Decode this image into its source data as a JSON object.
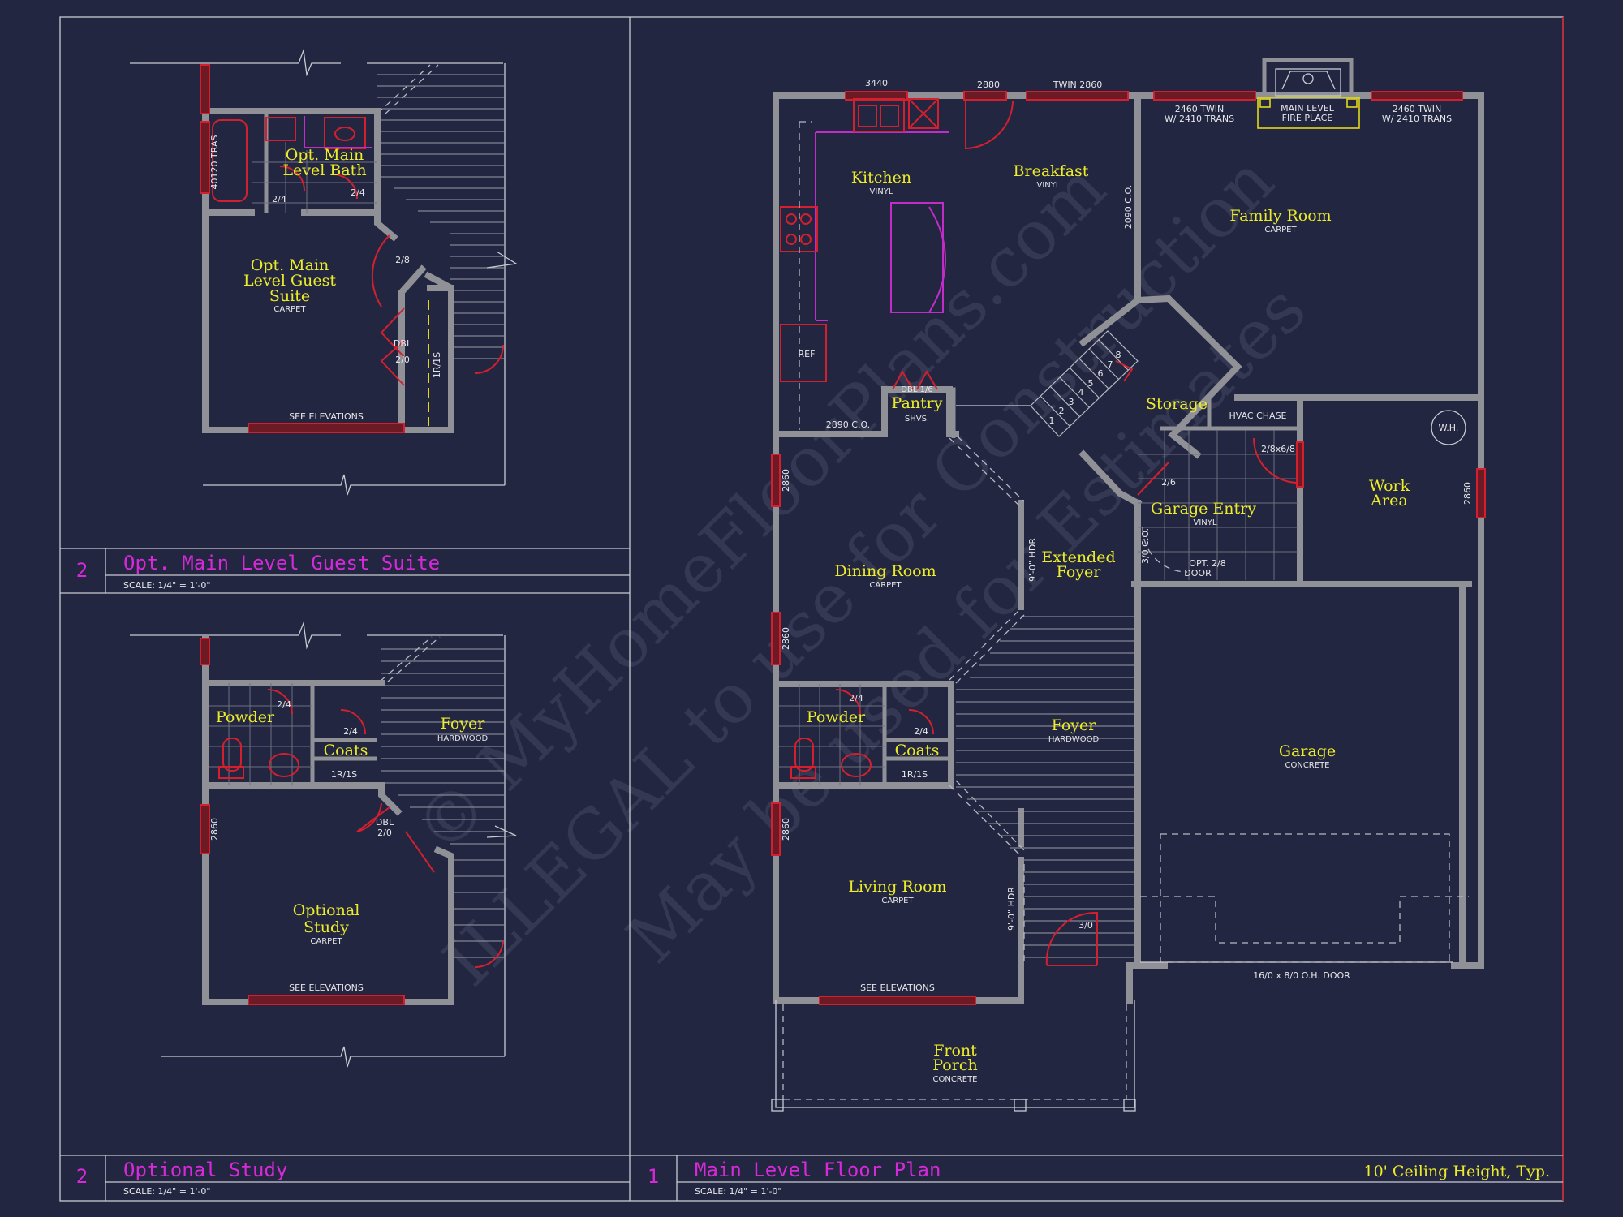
{
  "sheet": {
    "guest_suite": {
      "number": "2",
      "title": "Opt. Main Level Guest Suite",
      "scale": "SCALE: 1/4\" = 1'-0\""
    },
    "study": {
      "number": "2",
      "title": "Optional Study",
      "scale": "SCALE: 1/4\" = 1'-0\""
    },
    "main": {
      "number": "1",
      "title": "Main Level Floor Plan",
      "scale": "SCALE: 1/4\" = 1'-0\"",
      "note": "10' Ceiling Height, Typ."
    }
  },
  "watermark": {
    "line1": "© MyHomeFloorPlans.com",
    "line2": "ILLEGAL to use for Construction",
    "line3": "May be used for Estimates"
  },
  "guest_plan": {
    "bath_line1": "Opt. Main",
    "bath_line2": "Level Bath",
    "suite_line1": "Opt. Main",
    "suite_line2": "Level Guest",
    "suite_line3": "Suite",
    "suite_floor": "CARPET",
    "tub": "40120 TRAS",
    "d1": "2/4",
    "d2": "2/4",
    "d3": "2/8",
    "dbl": "DBL",
    "dbl_size": "2/0",
    "shelf": "1R/1S",
    "elev": "SEE ELEVATIONS"
  },
  "study_plan": {
    "powder": "Powder",
    "coats": "Coats",
    "shelf": "1R/1S",
    "d1": "2/4",
    "d2": "2/4",
    "foyer": "Foyer",
    "foyer_floor": "HARDWOOD",
    "dbl": "DBL",
    "dbl_size": "2/0",
    "win": "2860",
    "study1": "Optional",
    "study2": "Study",
    "study_floor": "CARPET",
    "elev": "SEE ELEVATIONS"
  },
  "main_plan": {
    "kitchen": "Kitchen",
    "kitchen_floor": "VINYL",
    "breakfast": "Breakfast",
    "breakfast_floor": "VINYL",
    "family": "Family Room",
    "family_floor": "CARPET",
    "storage": "Storage",
    "pantry": "Pantry",
    "pantry_dbl": "DBL 1/6",
    "pantry_shvs": "SHVS.",
    "ref": "REF",
    "co1": "2890 C.O.",
    "co2": "2090 C.O.",
    "co3": "3/0 C.O.",
    "hvac": "HVAC CHASE",
    "wh": "W.H.",
    "work1": "Work",
    "work2": "Area",
    "garage_entry": "Garage Entry",
    "garage_entry_floor": "VINYL",
    "opt_door1": "OPT. 2/8",
    "opt_door2": "DOOR",
    "ge_door": "2/6",
    "ge_door2": "2/8x6/8",
    "dining": "Dining Room",
    "dining_floor": "CARPET",
    "ext1": "Extended",
    "ext2": "Foyer",
    "hdr1": "9'-0\" HDR",
    "hdr2": "9'-0\" HDR",
    "powder": "Powder",
    "coats": "Coats",
    "shelf": "1R/1S",
    "pd1": "2/4",
    "pd2": "2/4",
    "foyer": "Foyer",
    "foyer_floor": "HARDWOOD",
    "garage": "Garage",
    "garage_floor": "CONCRETE",
    "living": "Living Room",
    "living_floor": "CARPET",
    "front1": "Front",
    "front2": "Porch",
    "front_floor": "CONCRETE",
    "elev": "SEE ELEVATIONS",
    "entry_door": "3/0",
    "ohdoor": "16/0 x 8/0 O.H. DOOR",
    "w3440": "3440",
    "w2880": "2880",
    "wtwin": "TWIN 2860",
    "tw1a": "2460 TWIN",
    "tw1b": "W/ 2410 TRANS",
    "tw2a": "2460 TWIN",
    "tw2b": "W/ 2410 TRANS",
    "fp1": "MAIN LEVEL",
    "fp2": "FIRE PLACE",
    "wl1": "2860",
    "wl2": "2860",
    "wl3": "2860",
    "wr": "2860",
    "s1": "1",
    "s2": "2",
    "s3": "3",
    "s4": "4",
    "s5": "5",
    "s6": "6",
    "s7": "7",
    "s8": "8"
  }
}
